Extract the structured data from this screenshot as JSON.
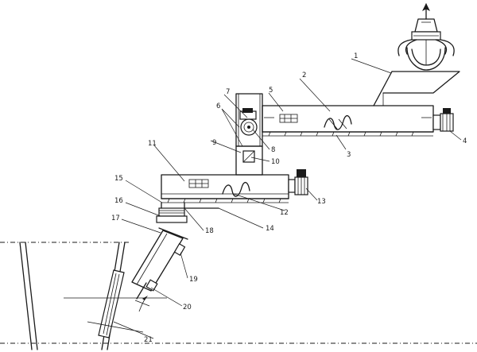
{
  "diagram": {
    "part_labels": [
      "1",
      "2",
      "3",
      "4",
      "5",
      "6",
      "7",
      "8",
      "9",
      "10",
      "11",
      "12",
      "13",
      "14",
      "15",
      "16",
      "17",
      "18",
      "19",
      "20",
      "21"
    ]
  }
}
